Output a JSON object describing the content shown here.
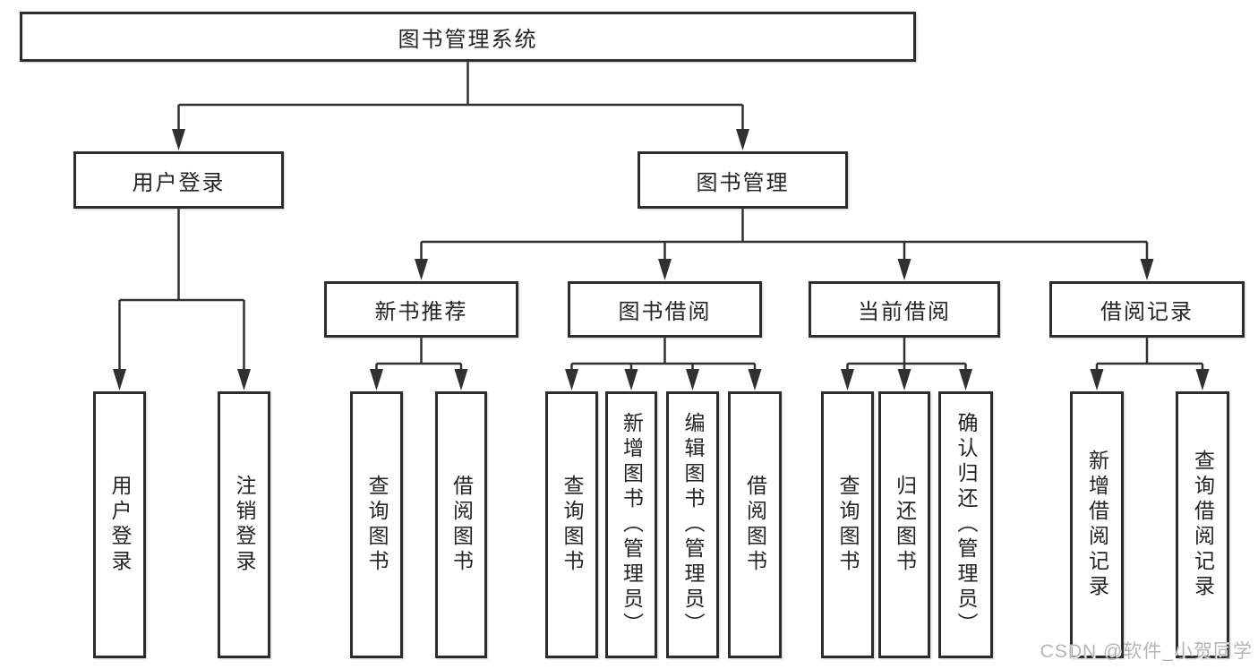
{
  "tree": {
    "root": {
      "label": "图书管理系统",
      "children": [
        {
          "label": "用户登录",
          "children": [
            {
              "label": "用户登录"
            },
            {
              "label": "注销登录"
            }
          ]
        },
        {
          "label": "图书管理",
          "children": [
            {
              "label": "新书推荐",
              "children": [
                {
                  "label": "查询图书"
                },
                {
                  "label": "借阅图书"
                }
              ]
            },
            {
              "label": "图书借阅",
              "children": [
                {
                  "label": "查询图书"
                },
                {
                  "label": "新增图书（管理员）"
                },
                {
                  "label": "编辑图书（管理员）"
                },
                {
                  "label": "借阅图书"
                }
              ]
            },
            {
              "label": "当前借阅",
              "children": [
                {
                  "label": "查询图书"
                },
                {
                  "label": "归还图书"
                },
                {
                  "label": "确认归还（管理员）"
                }
              ]
            },
            {
              "label": "借阅记录",
              "children": [
                {
                  "label": "新增借阅记录"
                },
                {
                  "label": "查询借阅记录"
                }
              ]
            }
          ]
        }
      ]
    }
  },
  "watermark": "CSDN @软件_小贺同学",
  "colors": {
    "line": "#303030",
    "text": "#242424",
    "background": "#ffffff",
    "watermark": "#b5b5b5"
  }
}
